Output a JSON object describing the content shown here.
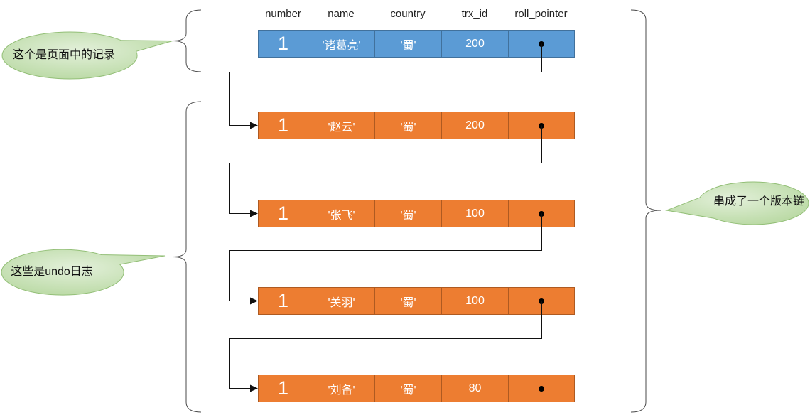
{
  "columns": [
    "number",
    "name",
    "country",
    "trx_id",
    "roll_pointer"
  ],
  "page_record": {
    "number": "1",
    "name": "'诸葛亮'",
    "country": "'蜀'",
    "trx_id": "200"
  },
  "undo_log": [
    {
      "number": "1",
      "name": "'赵云'",
      "country": "'蜀'",
      "trx_id": "200"
    },
    {
      "number": "1",
      "name": "'张飞'",
      "country": "'蜀'",
      "trx_id": "100"
    },
    {
      "number": "1",
      "name": "'关羽'",
      "country": "'蜀'",
      "trx_id": "100"
    },
    {
      "number": "1",
      "name": "'刘备'",
      "country": "'蜀'",
      "trx_id": "80"
    }
  ],
  "callouts": {
    "page_record": "这个是页面中的记录",
    "undo_log": "这些是undo日志",
    "version_chain": "串成了一个版本链"
  },
  "colors": {
    "page_record_fill": "#5B9BD5",
    "page_record_border": "#41719C",
    "undo_log_fill": "#ED7D31",
    "undo_log_border": "#AE5A21",
    "callout_fill": "#B9D9A3",
    "callout_border": "#93BF77",
    "connector": "#111111"
  }
}
